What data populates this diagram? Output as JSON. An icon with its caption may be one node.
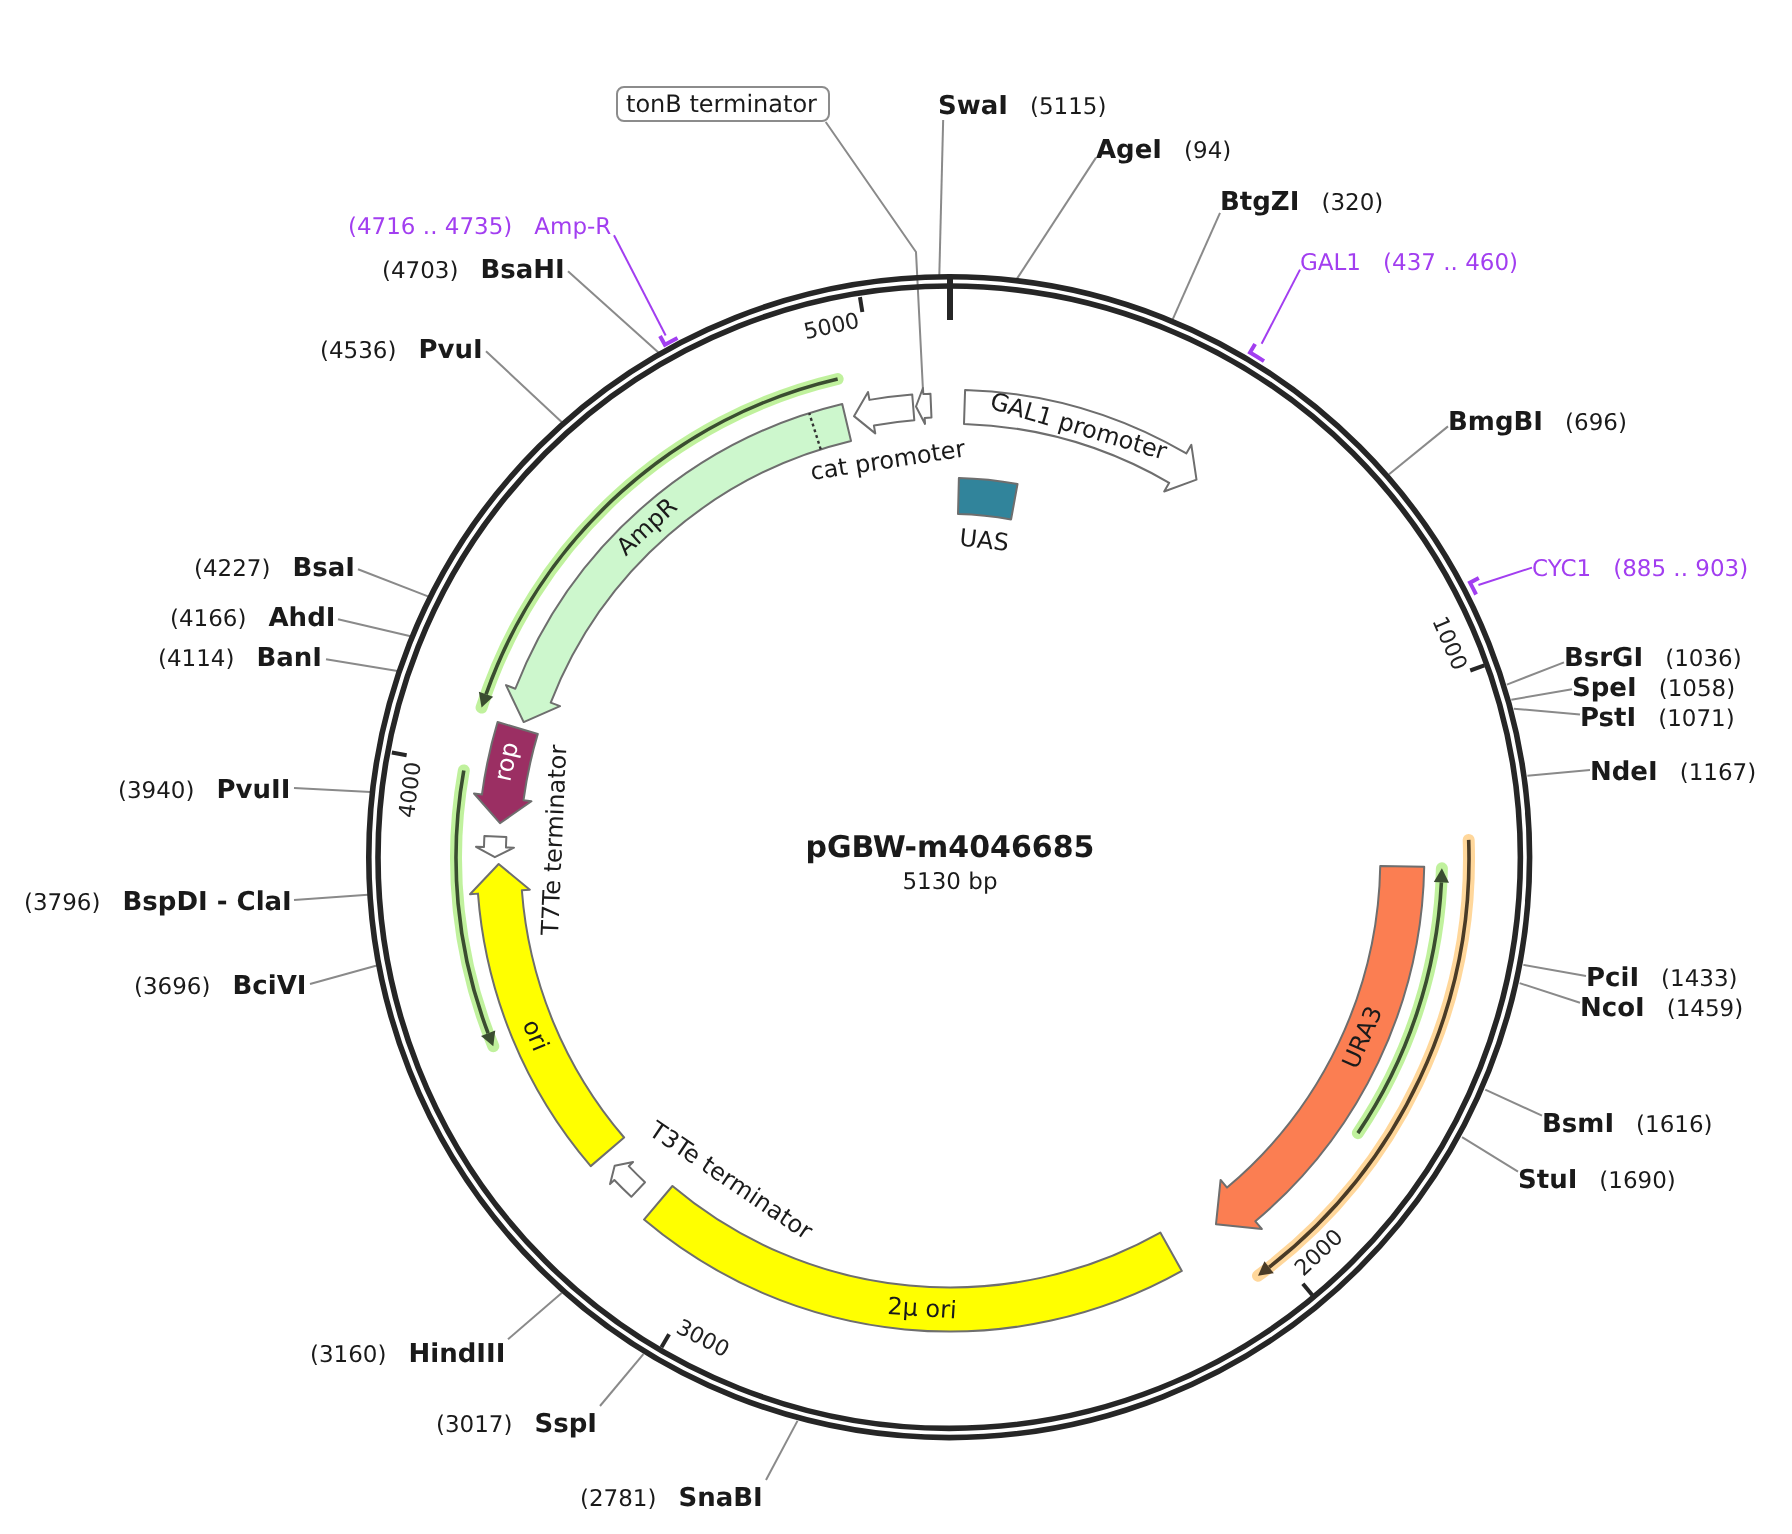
{
  "diagram": {
    "nodes": [
      {
        "text": [
          "pGBW-m4046685",
          "5130 bp"
        ]
      },
      {
        "text": [],
        "shape": "arrow",
        "in": 0
      },
      {
        "text": [
          "cat promoter"
        ],
        "in": 0
      },
      {
        "text": [
          "GAL1 promoter"
        ],
        "in": 0
      },
      {
        "text": [
          "UAS"
        ],
        "in": 0
      },
      {
        "text": [
          "AmpR"
        ],
        "in": 0
      },
      {
        "text": [
          "rop"
        ],
        "in": 0
      },
      {
        "text": [
          "T7Te terminator"
        ],
        "in": 0
      },
      {
        "text": [
          "ori"
        ],
        "in": 0
      },
      {
        "text": [
          "T3Te terminator"
        ],
        "in": 0
      },
      {
        "text": [
          "2μ ori"
        ],
        "in": 0
      },
      {
        "text": [
          "URA3"
        ],
        "in": 0
      },
      {
        "text": [],
        "shape": "bar"
      },
      {
        "text": [],
        "shape": "bar"
      },
      {
        "text": [],
        "shape": "bar"
      },
      {
        "text": [
          "tonB terminator"
        ]
      },
      {
        "text": [
          "SwaI",
          "(5115)"
        ]
      },
      {
        "text": [
          "AgeI",
          "(94)"
        ]
      },
      {
        "text": [
          "BtgZI",
          "(320)"
        ]
      },
      {
        "text": [
          "(4716 .. 4735)",
          "Amp-R"
        ]
      },
      {
        "text": [
          "GAL1",
          "(437 .. 460)"
        ]
      },
      {
        "text": [
          "(4703)",
          "BsaHI"
        ]
      },
      {
        "text": [
          "(4536)",
          "PvuI"
        ]
      },
      {
        "text": [
          "BmgBI",
          "(696)"
        ]
      },
      {
        "text": [
          "(4227)",
          "BsaI"
        ]
      },
      {
        "text": [
          "CYC1",
          "(885 .. 903)"
        ]
      },
      {
        "text": [
          "(4166)",
          "AhdI"
        ]
      },
      {
        "text": [
          "(4114)",
          "BanI"
        ]
      },
      {
        "text": [
          "BsrGI",
          "(1036)"
        ]
      },
      {
        "text": [
          "SpeI",
          "(1058)"
        ]
      },
      {
        "text": [
          "PstI",
          "(1071)"
        ]
      },
      {
        "text": [
          "NdeI",
          "(1167)"
        ]
      },
      {
        "text": [
          "(3940)",
          "PvuII"
        ]
      },
      {
        "text": [
          "(3796)",
          "BspDI - ClaI"
        ]
      },
      {
        "text": [
          "(3696)",
          "BciVI"
        ]
      },
      {
        "text": [
          "PciI",
          "(1433)"
        ]
      },
      {
        "text": [
          "NcoI",
          "(1459)"
        ]
      },
      {
        "text": [
          "BsmI",
          "(1616)"
        ]
      },
      {
        "text": [
          "StuI",
          "(1690)"
        ]
      },
      {
        "text": [
          "(3160)",
          "HindIII"
        ]
      },
      {
        "text": [
          "(3017)",
          "SspI"
        ]
      },
      {
        "text": [
          "(2781)",
          "SnaBI"
        ]
      }
    ],
    "edges": [
      {
        "from": 15,
        "to": 1,
        "arrow": "none"
      },
      {
        "from": 16,
        "to": 0,
        "arrow": "none"
      },
      {
        "from": 17,
        "to": 0,
        "arrow": "none"
      },
      {
        "from": 18,
        "to": 0,
        "arrow": "none"
      },
      {
        "from": 19,
        "to": 12,
        "arrow": "none",
        "color": "#a23ef0"
      },
      {
        "from": 20,
        "to": 13,
        "arrow": "none",
        "color": "#a23ef0"
      },
      {
        "from": 21,
        "to": 0,
        "arrow": "none"
      },
      {
        "from": 22,
        "to": 0,
        "arrow": "none"
      },
      {
        "from": 23,
        "to": 0,
        "arrow": "none"
      },
      {
        "from": 24,
        "to": 0,
        "arrow": "none"
      },
      {
        "from": 25,
        "to": 14,
        "arrow": "none",
        "color": "#a23ef0"
      },
      {
        "from": 26,
        "to": 0,
        "arrow": "none"
      },
      {
        "from": 27,
        "to": 0,
        "arrow": "none"
      },
      {
        "from": 28,
        "to": 0,
        "arrow": "none"
      },
      {
        "from": 29,
        "to": 0,
        "arrow": "none"
      },
      {
        "from": 30,
        "to": 0,
        "arrow": "none"
      },
      {
        "from": 31,
        "to": 0,
        "arrow": "none"
      },
      {
        "from": 32,
        "to": 0,
        "arrow": "none"
      },
      {
        "from": 33,
        "to": 0,
        "arrow": "none"
      },
      {
        "from": 34,
        "to": 0,
        "arrow": "none"
      },
      {
        "from": 35,
        "to": 0,
        "arrow": "none"
      },
      {
        "from": 36,
        "to": 0,
        "arrow": "none"
      },
      {
        "from": 37,
        "to": 0,
        "arrow": "none"
      },
      {
        "from": 38,
        "to": 0,
        "arrow": "none"
      },
      {
        "from": 39,
        "to": 0,
        "arrow": "none"
      },
      {
        "from": 40,
        "to": 0,
        "arrow": "none"
      },
      {
        "from": 41,
        "to": 0,
        "arrow": "none"
      }
    ],
    "labels": [
      "5000",
      "1000",
      "4000",
      "2000",
      "3000"
    ]
  }
}
